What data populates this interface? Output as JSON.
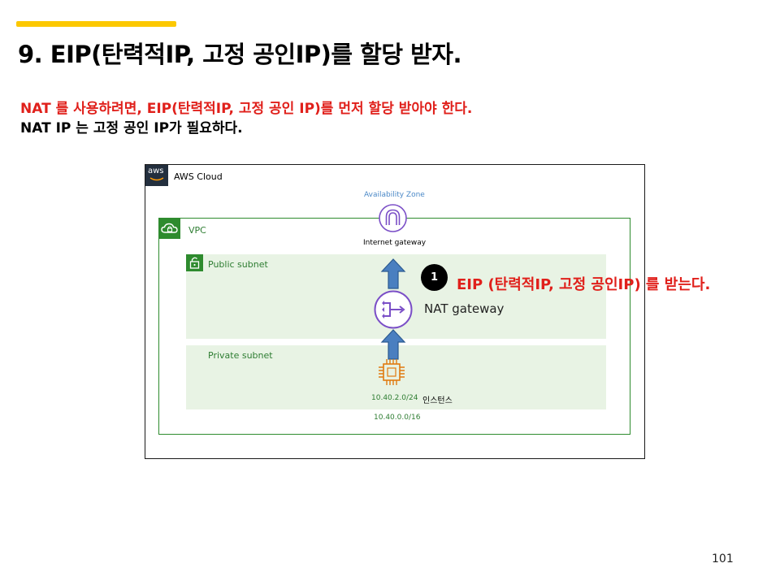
{
  "slide": {
    "title": "9. EIP(탄력적IP, 고정 공인IP)를 할당 받자.",
    "desc_line1": "NAT 를 사용하려면, EIP(탄력적IP, 고정 공인 IP)를  먼저 할당 받아야 한다.",
    "desc_line2": "NAT IP 는 고정 공인 IP가 필요하다.",
    "page_number": "101"
  },
  "diagram": {
    "cloud_label": "AWS Cloud",
    "aws_logo_text": "aws",
    "availability_zone": "Availability Zone",
    "vpc_label": "VPC",
    "internet_gateway_label": "Internet gateway",
    "public_subnet_label": "Public subnet",
    "private_subnet_label": "Private subnet",
    "nat_gateway_label": "NAT gateway",
    "step_badge": "1",
    "eip_callout": "EIP (탄력적IP, 고정 공인IP) 를 받는다.",
    "instance_ip": "10.40.2.0/24",
    "instance_label": "인스턴스",
    "vpc_cidr": "10.40.0.0/16"
  },
  "colors": {
    "accent_yellow": "#fcc800",
    "highlight_red": "#e0201b",
    "vpc_green": "#2e8b2e",
    "subnet_fill": "#e8f3e4",
    "gateway_purple": "#7b4fc7",
    "instance_orange": "#e07b10",
    "arrow_blue": "#4a7fc0"
  }
}
